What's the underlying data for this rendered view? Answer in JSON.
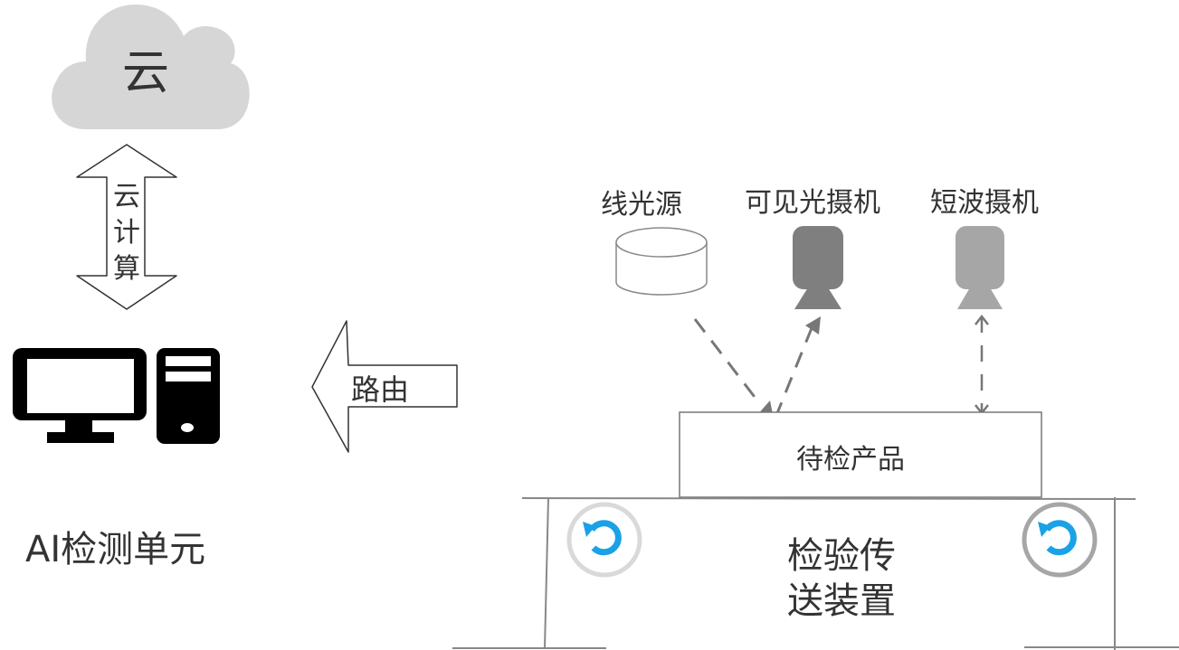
{
  "cloud": {
    "label": "云",
    "fill": "#d6d6d6"
  },
  "cloud_link": {
    "label_lines": [
      "云",
      "计",
      "算"
    ]
  },
  "ai_unit": {
    "label": "AI检测单元"
  },
  "route": {
    "label": "路由"
  },
  "components": {
    "light_source": {
      "label": "线光源"
    },
    "visible_camera": {
      "label": "可见光摄机",
      "color": "#7f7f7f"
    },
    "swir_camera": {
      "label": "短波摄机",
      "color": "#a6a6a6"
    }
  },
  "product": {
    "label": "待检产品"
  },
  "conveyor": {
    "label_line1": "检验传",
    "label_line2": "送装置",
    "roller_arrow_color": "#1aa1e6"
  }
}
